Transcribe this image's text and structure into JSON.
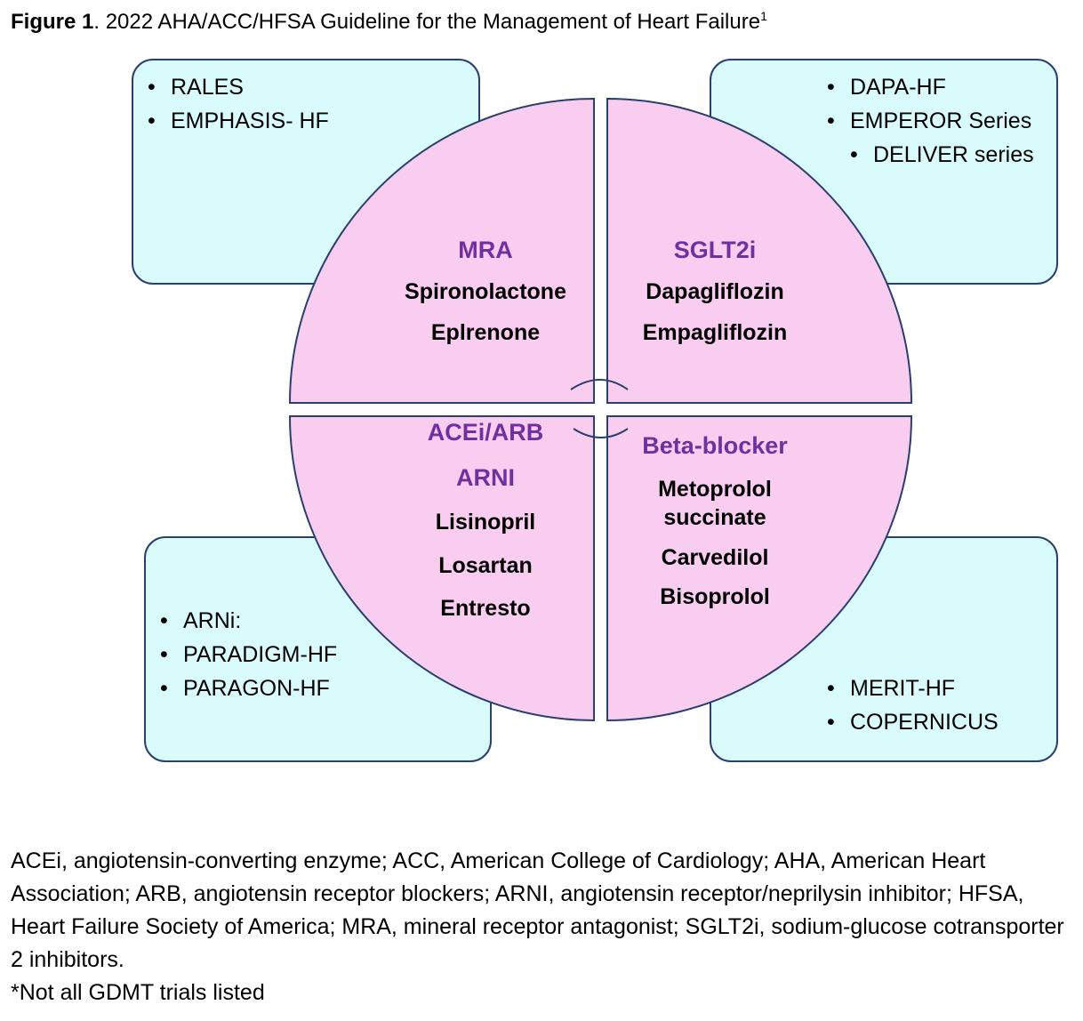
{
  "title": {
    "bold": "Figure 1",
    "text": ". 2022 AHA/ACC/HFSA Guideline for the Management of Heart Failure",
    "superscript": "1"
  },
  "colors": {
    "quadrant_fill": "#f9cdf0",
    "box_fill": "#d9fbfb",
    "outline": "#2a3f6e",
    "heading": "#7030a0"
  },
  "boxes": {
    "top_left": [
      "RALES",
      "EMPHASIS- HF"
    ],
    "top_right": [
      "DAPA-HF",
      "EMPEROR Series",
      "DELIVER series"
    ],
    "bottom_left": [
      "ARNi:",
      "PARADIGM-HF",
      "PARAGON-HF"
    ],
    "bottom_right": [
      "MERIT-HF",
      "COPERNICUS"
    ]
  },
  "quadrants": {
    "mra": {
      "heading": "MRA",
      "drugs": [
        "Spironolactone",
        "Eplrenone"
      ]
    },
    "sglt2i": {
      "heading": "SGLT2i",
      "drugs": [
        "Dapagliflozin",
        "Empagliflozin"
      ]
    },
    "acei": {
      "heading1": "ACEi/ARB",
      "heading2": "ARNI",
      "drugs": [
        "Lisinopril",
        "Losartan",
        "Entresto"
      ]
    },
    "beta": {
      "heading": "Beta-blocker",
      "drug1a": "Metoprolol",
      "drug1b": "succinate",
      "drugs": [
        "Carvedilol",
        "Bisoprolol"
      ]
    }
  },
  "footer": {
    "abbreviations": "ACEi, angiotensin-converting enzyme; ACC, American College of Cardiology; AHA, American Heart Association; ARB, angiotensin receptor blockers; ARNI, angiotensin receptor/neprilysin inhibitor; HFSA, Heart Failure Society of America; MRA, mineral receptor antagonist; SGLT2i, sodium-glucose cotransporter 2 inhibitors.",
    "note": "*Not all GDMT trials listed"
  }
}
